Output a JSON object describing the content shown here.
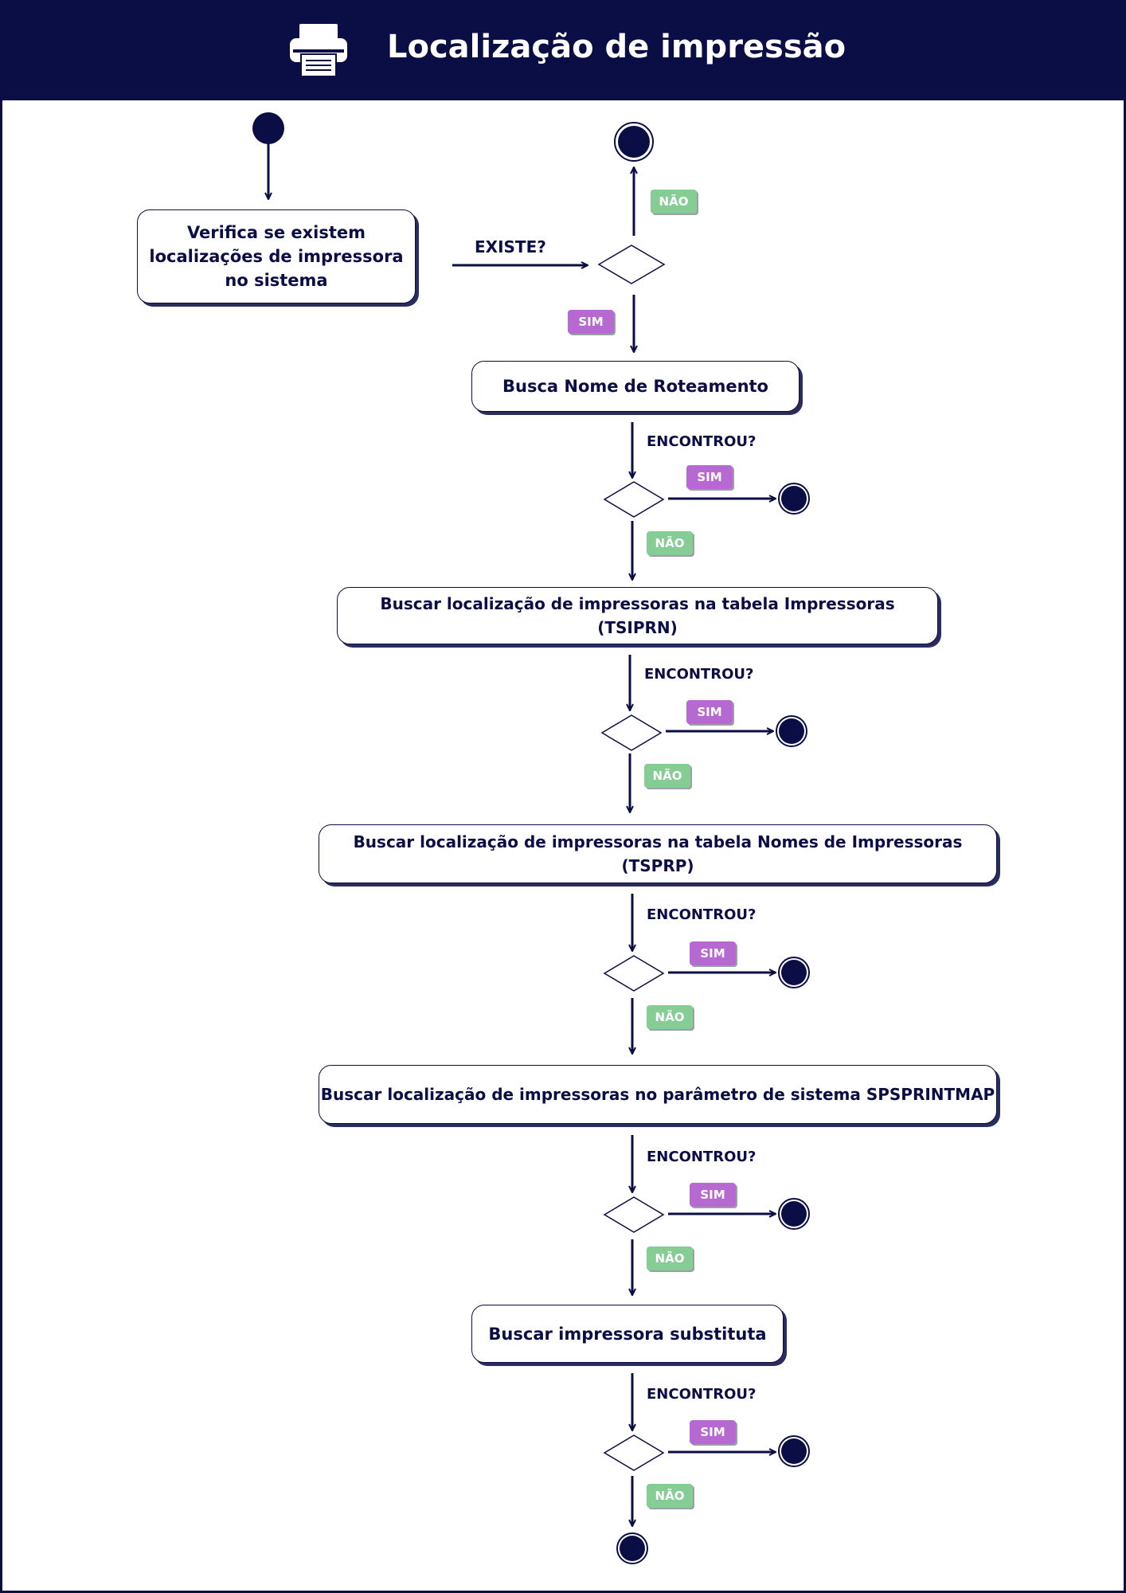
{
  "header": {
    "title": "Localização de impressão",
    "icon": "printer-icon",
    "background": "#0b0d45"
  },
  "colors": {
    "primary": "#0b0d45",
    "sim_badge": "#b66ad1",
    "nao_badge": "#86cc95"
  },
  "nodes": {
    "verify": "Verifica se existem localizações de impressora no sistema",
    "verify_lines": [
      "Verifica se existem",
      "localizações de impressora",
      "no sistema"
    ],
    "routing": "Busca Nome de Roteamento",
    "tsiprn": "Buscar localização de impressoras na tabela Impressoras  (TSIPRN)",
    "tsprp": "Buscar localização de impressoras na tabela Nomes de Impressoras (TSPRP)",
    "spsprintmap": "Buscar localização de impressoras no parâmetro de sistema SPSPRINTMAP",
    "substitute": "Buscar impressora substituta"
  },
  "conditions": {
    "existe": "EXISTE?",
    "encontrou": "ENCONTROU?"
  },
  "badges": {
    "sim": "SIM",
    "nao": "NÃO"
  }
}
